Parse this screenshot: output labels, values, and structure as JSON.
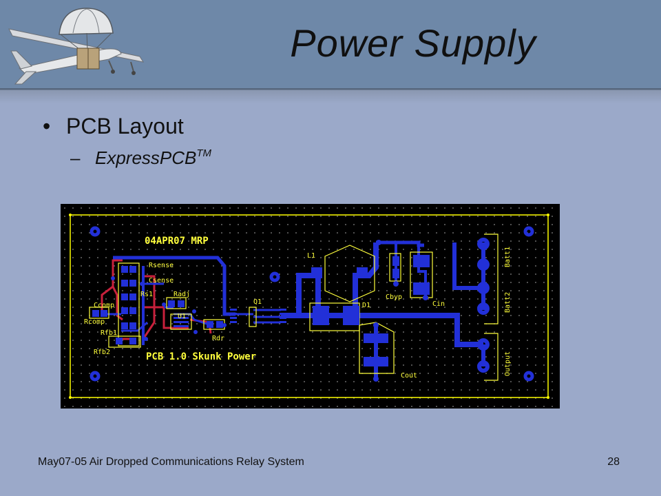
{
  "slide": {
    "title": "Power Supply",
    "bullet": "PCB Layout",
    "sub_bullet": "ExpressPCB",
    "sub_bullet_sup": "TM",
    "footer_left": "May07-05 Air Dropped Communications Relay System",
    "page_number": "28"
  },
  "pcb": {
    "date_label": "04APR07  MRP",
    "version_label": "PCB 1.0   Skunk Power",
    "components": {
      "rsense": "Rsense",
      "csense": "Csense",
      "rs1": "Rs1",
      "radj": "Radj",
      "ccomp": "Ccomp",
      "rcomp": "Rcomp",
      "u1": "U1",
      "rfb1": "Rfb1",
      "rfb2": "Rfb2",
      "rdr": "Rdr",
      "q1": "Q1",
      "l1": "L1",
      "d1": "D1",
      "cbyp": "Cbyp",
      "cin": "Cin",
      "cout": "Cout",
      "batt1": "Batt1",
      "batt2": "Batt2",
      "output": "Output"
    }
  },
  "colors": {
    "header": "#6e88a8",
    "background": "#9ba9c9",
    "trace": "#2230d8",
    "silkscreen": "#ffff3c",
    "board_edge": "#ffff00",
    "solder": "#c8203c"
  }
}
